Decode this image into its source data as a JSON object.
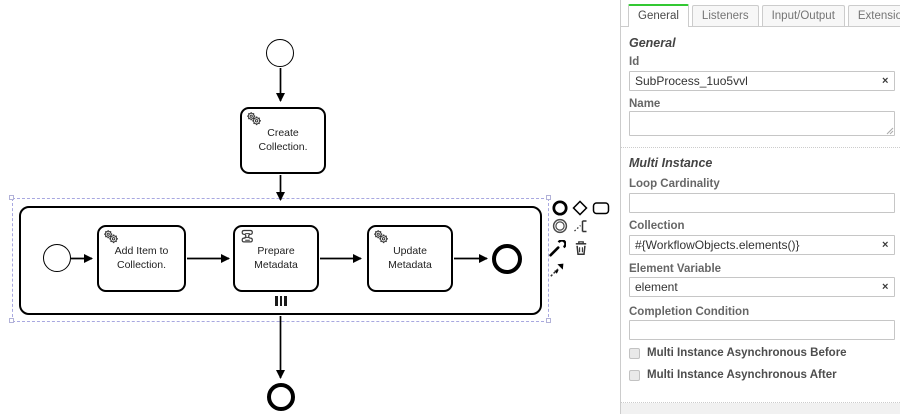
{
  "diagram": {
    "tasks": [
      {
        "label": "Create Collection.",
        "type": "service-task",
        "icon": "gears-icon"
      },
      {
        "label": "Add Item to Collection.",
        "type": "service-task",
        "icon": "gears-icon"
      },
      {
        "label": "Prepare Metadata",
        "type": "script-task",
        "icon": "script-icon"
      },
      {
        "label": "Update Metadata",
        "type": "service-task",
        "icon": "gears-icon"
      }
    ],
    "subprocess": {
      "marker": "parallel-multi-instance"
    }
  },
  "context_pad": {
    "items": [
      {
        "icon": "append-end-event-icon"
      },
      {
        "icon": "append-gateway-icon"
      },
      {
        "icon": "append-task-icon"
      },
      {
        "icon": "append-intermediate-event-icon"
      },
      {
        "icon": "append-text-annotation-icon"
      },
      {
        "icon": "wrench-change-type-icon"
      },
      {
        "icon": "trash-delete-icon"
      },
      {
        "icon": "connect-arrow-icon"
      }
    ]
  },
  "panel": {
    "tabs": [
      {
        "label": "General",
        "active": true
      },
      {
        "label": "Listeners",
        "active": false
      },
      {
        "label": "Input/Output",
        "active": false
      },
      {
        "label": "Extensions",
        "active": false
      }
    ],
    "clear_button": "×",
    "general": {
      "heading": "General",
      "id_label": "Id",
      "id_value": "SubProcess_1uo5vvl",
      "name_label": "Name",
      "name_value": ""
    },
    "multi_instance": {
      "heading": "Multi Instance",
      "loop_cardinality_label": "Loop Cardinality",
      "loop_cardinality_value": "",
      "collection_label": "Collection",
      "collection_value": "#{WorkflowObjects.elements()}",
      "element_variable_label": "Element Variable",
      "element_variable_value": "element",
      "completion_condition_label": "Completion Condition",
      "completion_condition_value": "",
      "async_before_label": "Multi Instance Asynchronous Before",
      "async_after_label": "Multi Instance Asynchronous After"
    }
  },
  "colors": {
    "accent_green": "#32c832",
    "selection_outline": "#a8a8e0",
    "stroke": "#000000"
  }
}
